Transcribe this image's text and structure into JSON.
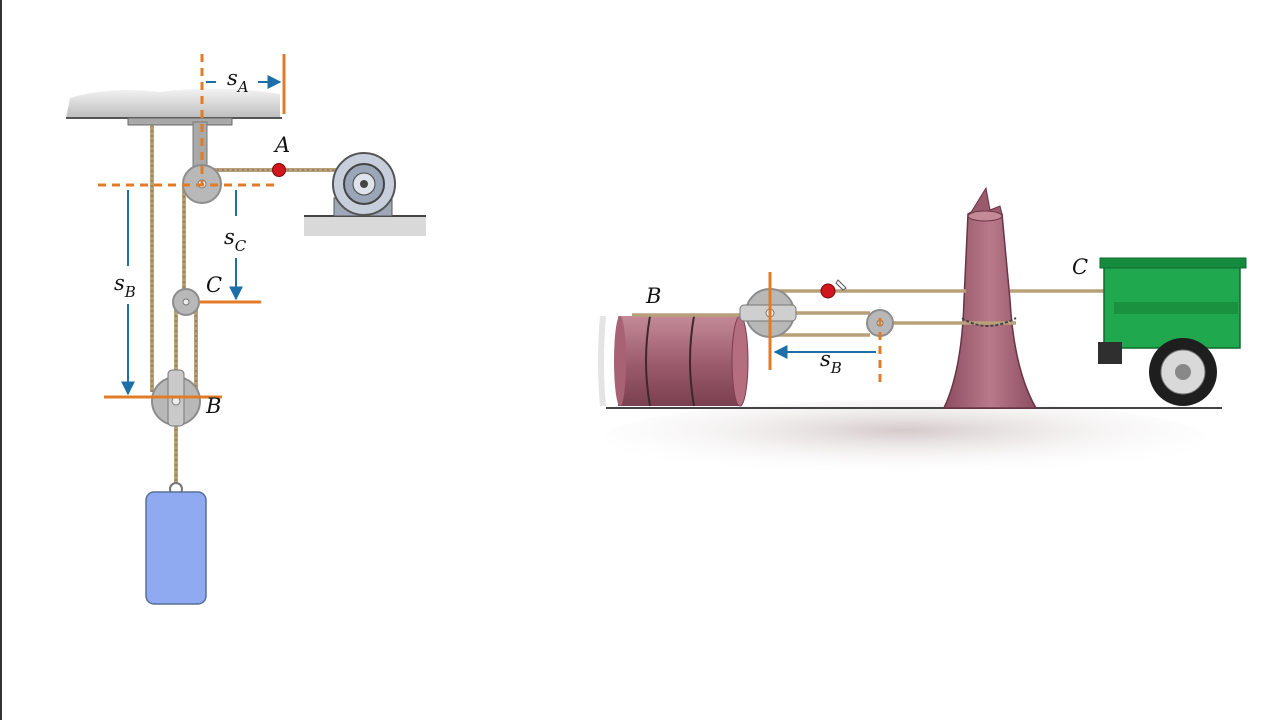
{
  "left_diagram": {
    "labels": {
      "sA": {
        "base": "s",
        "sub": "A"
      },
      "sB": {
        "base": "s",
        "sub": "B"
      },
      "sC": {
        "base": "s",
        "sub": "C"
      },
      "A": "A",
      "B": "B",
      "C": "C"
    }
  },
  "right_diagram": {
    "labels": {
      "B": "B",
      "C": "C",
      "sB": {
        "base": "s",
        "sub": "B"
      }
    }
  },
  "colors": {
    "datum_orange": "#e07b28",
    "arrow_blue": "#1d6fa8",
    "point_red": "#d0171d",
    "rope": "#b8a07a",
    "pulley_gray": "#b8b8b8",
    "weight_blue": "#8faaf0",
    "log_maroon": "#9b5a6c",
    "trailer_green": "#1fa84e"
  }
}
